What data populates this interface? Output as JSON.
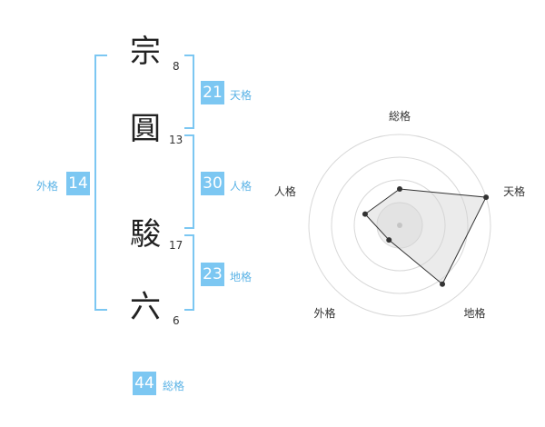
{
  "name": {
    "chars": [
      {
        "kanji": "宗",
        "strokes": "8"
      },
      {
        "kanji": "圓",
        "strokes": "13"
      },
      {
        "kanji": "駿",
        "strokes": "17"
      },
      {
        "kanji": "六",
        "strokes": "6"
      }
    ]
  },
  "kakusu": {
    "tenkaku": {
      "value": "21",
      "label": "天格"
    },
    "jinkaku": {
      "value": "30",
      "label": "人格"
    },
    "chikaku": {
      "value": "23",
      "label": "地格"
    },
    "gaikaku": {
      "value": "14",
      "label": "外格"
    },
    "soukaku": {
      "value": "44",
      "label": "総格"
    }
  },
  "colors": {
    "accent": "#7cc7f2",
    "label": "#5bb3e6"
  },
  "chart_data": {
    "type": "radar",
    "axes": [
      "総格",
      "天格",
      "地格",
      "外格",
      "人格"
    ],
    "values": [
      2,
      5,
      4,
      1,
      2
    ],
    "range": [
      0,
      5
    ],
    "rings": 4,
    "grid": true
  }
}
